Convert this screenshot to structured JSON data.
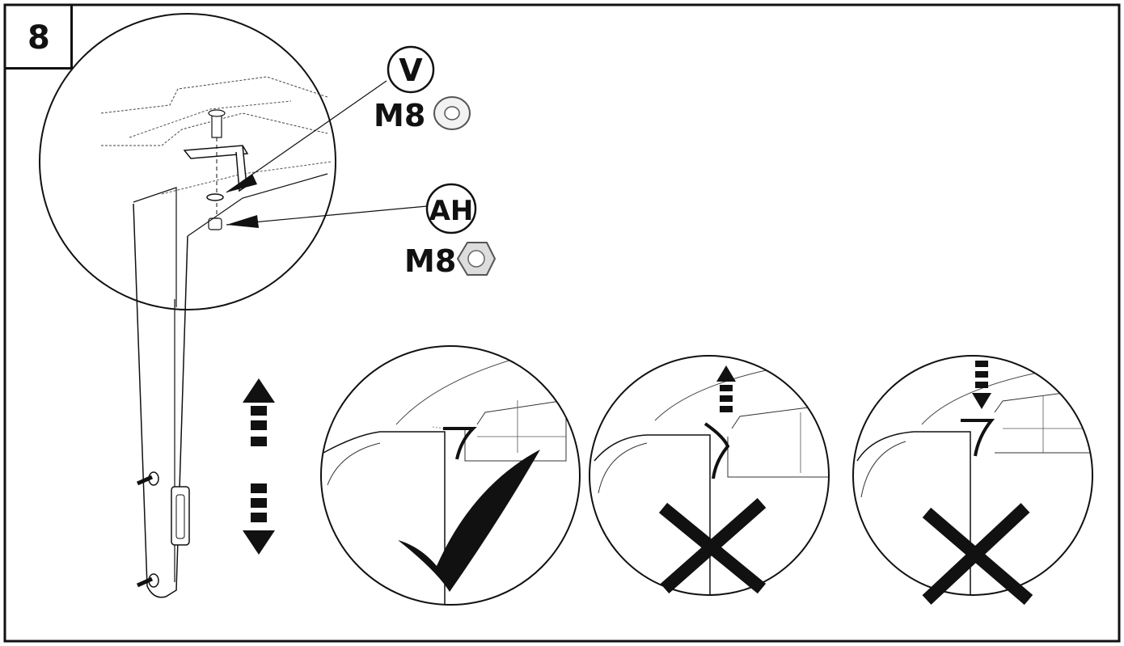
{
  "step": {
    "number": "8"
  },
  "parts": [
    {
      "code": "V",
      "size": "M8",
      "icon": "washer-icon"
    },
    {
      "code": "AH",
      "size": "M8",
      "icon": "nylon-lock-nut-icon"
    }
  ],
  "arrow": {
    "icon": "up-down-dashed-arrow-icon"
  },
  "details": [
    {
      "result": "correct",
      "marker": "check-mark-icon",
      "hint_arrow": "none"
    },
    {
      "result": "incorrect",
      "marker": "cross-mark-icon",
      "hint_arrow": "up"
    },
    {
      "result": "incorrect",
      "marker": "cross-mark-icon",
      "hint_arrow": "down"
    }
  ],
  "colors": {
    "ink": "#111111",
    "line": "#222222",
    "paper": "#ffffff"
  }
}
